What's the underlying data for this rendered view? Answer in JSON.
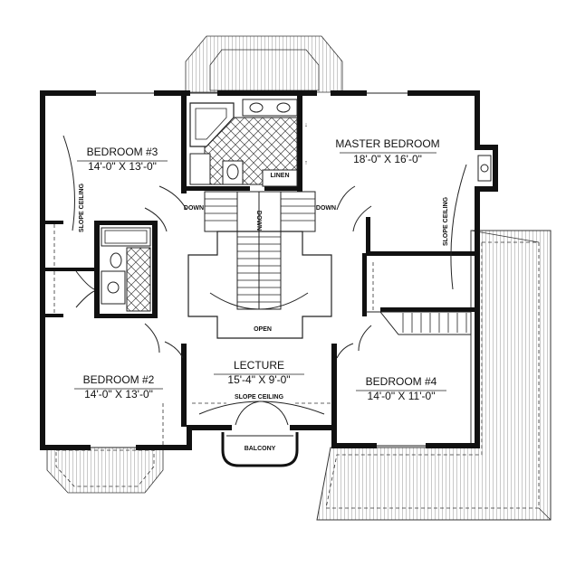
{
  "rooms": {
    "bedroom3": {
      "name": "BEDROOM #3",
      "size": "14'-0\" X 13'-0\""
    },
    "master": {
      "name": "MASTER BEDROOM",
      "size": "18'-0\" X 16'-0\""
    },
    "bedroom2": {
      "name": "BEDROOM #2",
      "size": "14'-0\" X 13'-0\""
    },
    "bedroom4": {
      "name": "BEDROOM #4",
      "size": "14'-0\" X 11'-0\""
    },
    "lecture": {
      "name": "LECTURE",
      "size": "15'-4\" X 9'-0\""
    }
  },
  "labels": {
    "slope_ceiling_left": "SLOPE CEILING",
    "slope_ceiling_right": "SLOPE CEILING",
    "slope_ceiling_lecture": "SLOPE CEILING",
    "linen": "LINEN",
    "down_left": "DOWN",
    "down_right": "DOWN",
    "down_center": "DOWN",
    "open": "OPEN",
    "balcony": "BALCONY"
  },
  "colors": {
    "wall": "#111111",
    "background": "#ffffff"
  }
}
